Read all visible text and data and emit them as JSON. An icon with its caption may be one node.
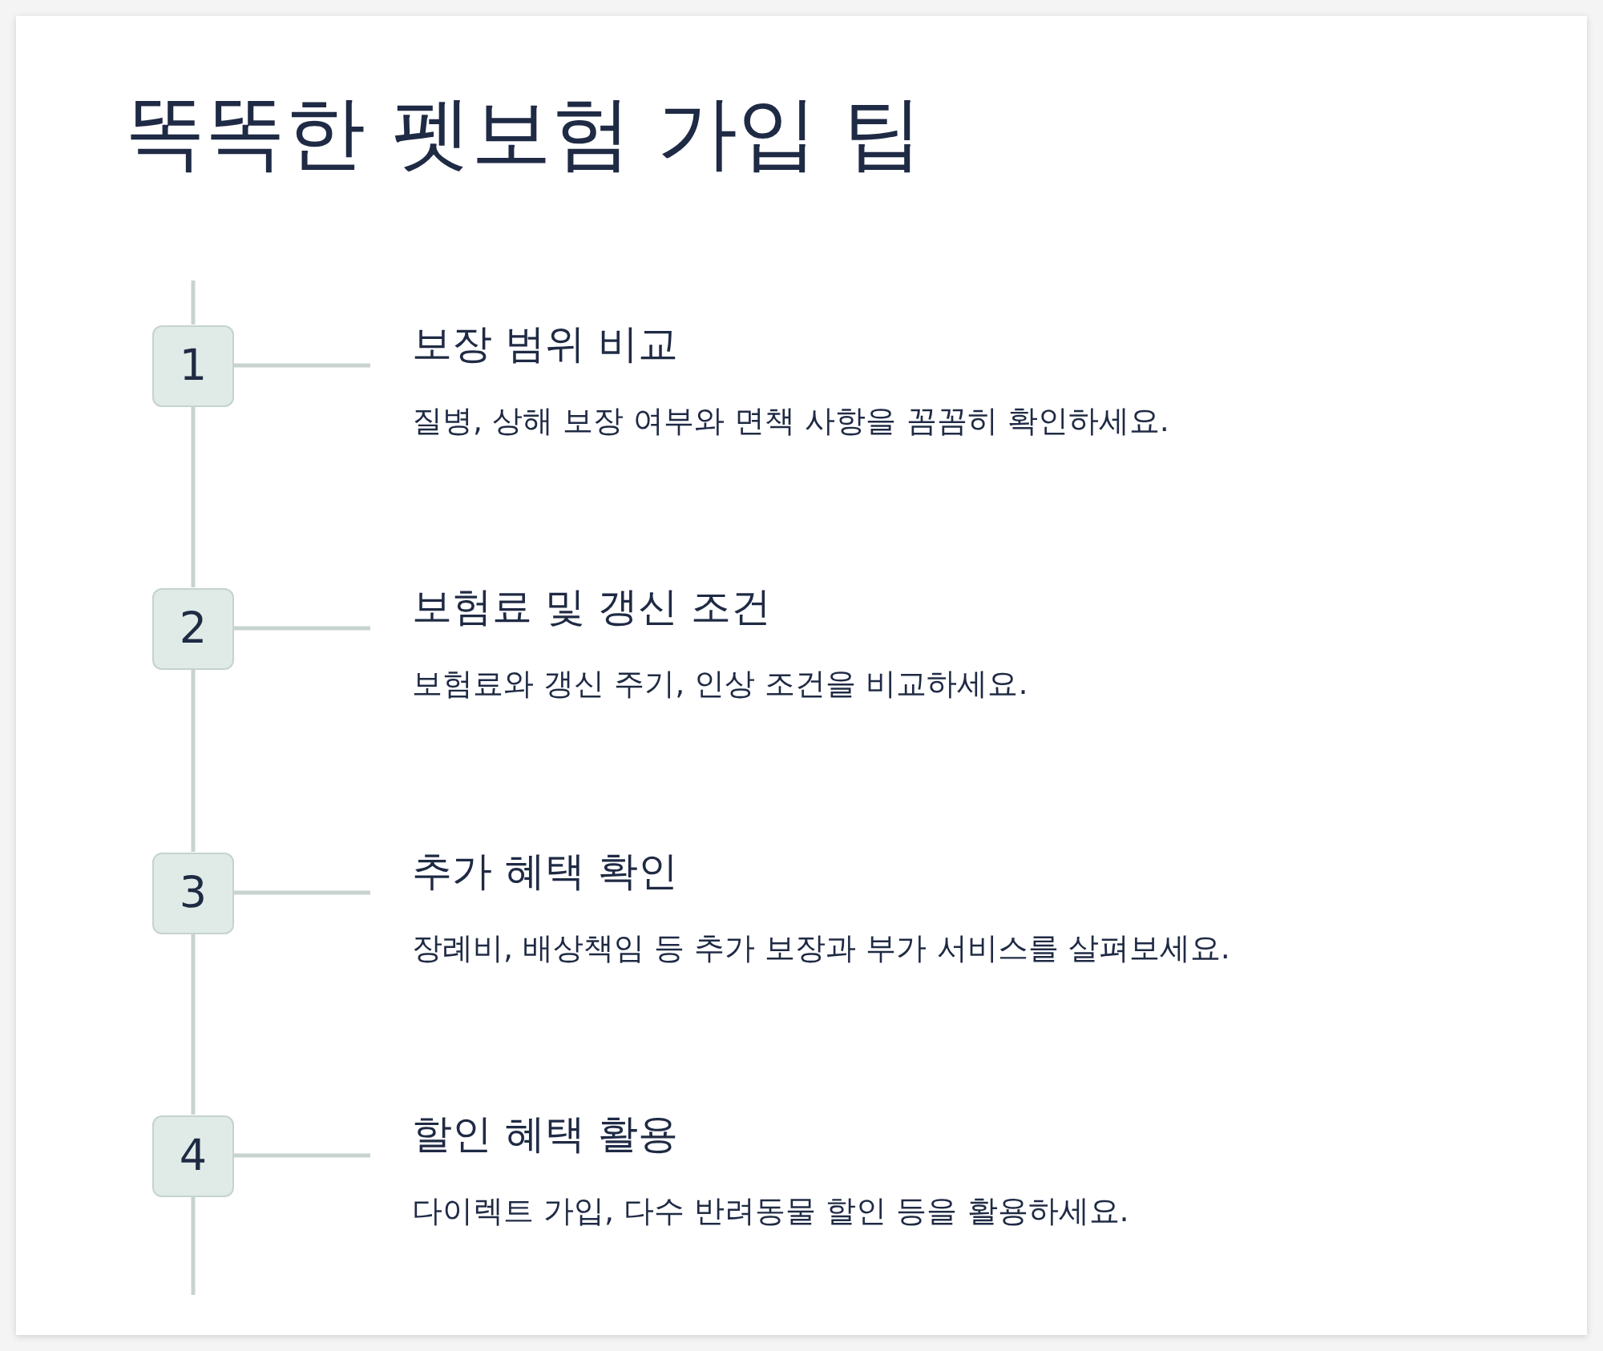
{
  "diagram": {
    "title": "똑똑한 펫보험 가입 팁",
    "nodes": [
      {
        "text": [
          "1"
        ]
      },
      {
        "text": [
          "보장 범위 비교",
          "질병, 상해 보장 여부와 면책 사항을 꼼꼼히 확인하세요."
        ]
      },
      {
        "text": [
          "2"
        ]
      },
      {
        "text": [
          "보험료 및 갱신 조건",
          "보험료와 갱신 주기, 인상 조건을 비교하세요."
        ]
      },
      {
        "text": [
          "3"
        ]
      },
      {
        "text": [
          "추가 혜택 확인",
          "장례비, 배상책임 등 추가 보장과 부가 서비스를 살펴보세요."
        ]
      },
      {
        "text": [
          "4"
        ]
      },
      {
        "text": [
          "할인 혜택 활용",
          "다이렉트 가입, 다수 반려동물 할인 등을 활용하세요."
        ]
      }
    ],
    "edges": [
      {
        "from": 0,
        "to": 1,
        "arrow": "none"
      },
      {
        "from": 2,
        "to": 3,
        "arrow": "none"
      },
      {
        "from": 4,
        "to": 5,
        "arrow": "none"
      },
      {
        "from": 6,
        "to": 7,
        "arrow": "none"
      },
      {
        "from": 0,
        "to": 2,
        "arrow": "none"
      },
      {
        "from": 2,
        "to": 4,
        "arrow": "none"
      },
      {
        "from": 4,
        "to": 6,
        "arrow": "none"
      }
    ]
  }
}
